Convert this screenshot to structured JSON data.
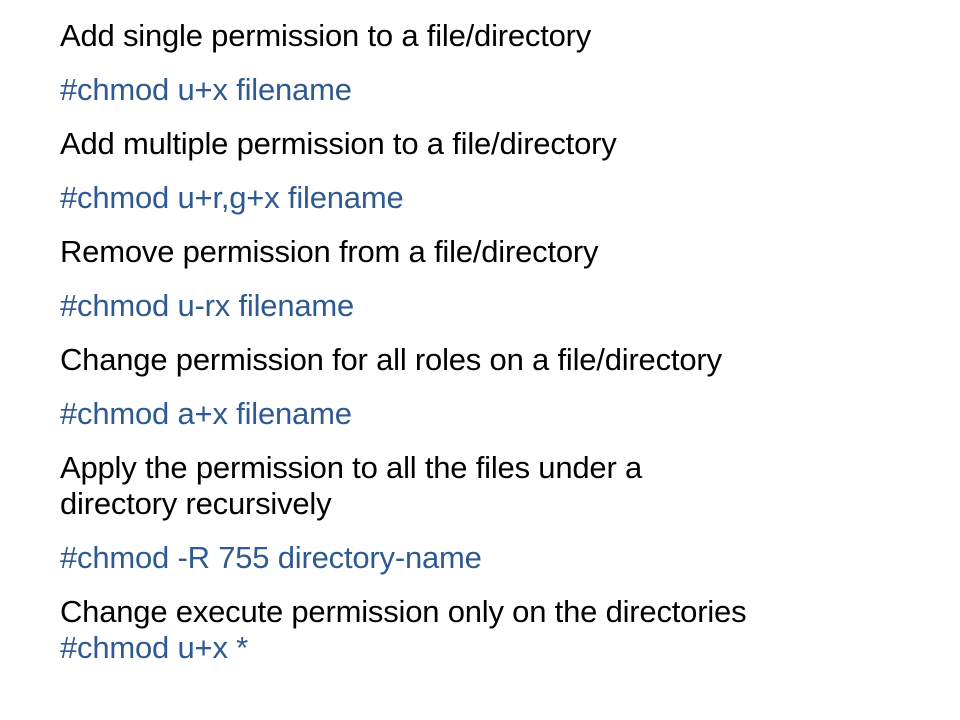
{
  "colors": {
    "background": "#ffffff",
    "text": "#000000",
    "command": "#2E5A91"
  },
  "items": [
    {
      "description": "Add single permission to a file/directory",
      "command": "#chmod u+x filename"
    },
    {
      "description": "Add multiple permission to a file/directory",
      "command": "#chmod u+r,g+x filename"
    },
    {
      "description": "Remove permission from a file/directory",
      "command": "#chmod u-rx filename"
    },
    {
      "description": "Change permission for all roles on a file/directory",
      "command": "#chmod a+x filename"
    },
    {
      "description": "Apply the permission to all the files under a",
      "description_line2": "directory recursively",
      "command": "#chmod -R 755 directory-name"
    },
    {
      "description": "Change execute permission only on the directories",
      "command": "#chmod u+x *"
    }
  ]
}
